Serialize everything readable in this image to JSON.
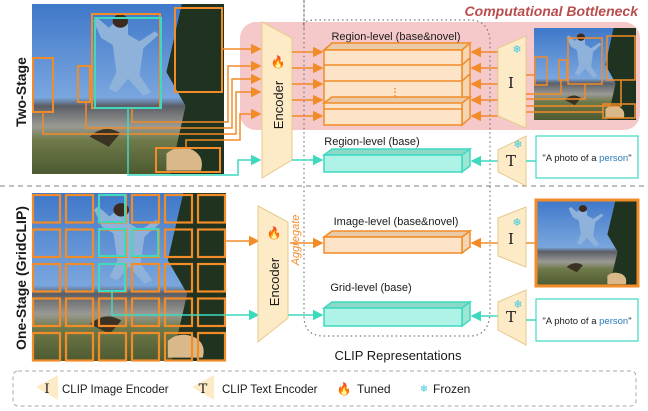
{
  "title": "Computational Bottleneck",
  "colors": {
    "orange": "#f28c28",
    "teal": "#3fd9c0",
    "teal_fill": "#aef3e6",
    "orange_fill": "#fde3c8",
    "encoder_fill": "#fdebc8",
    "bottleneck_bg": "#f5c9c9",
    "title_red": "#b94d4d",
    "person_blue": "#2a7ab8"
  },
  "sections": {
    "two_stage": {
      "label": "Two-Stage",
      "encoder_label": "Encoder",
      "encoder_state": "flame-icon",
      "region_novel_label": "Region-level (base&novel)",
      "region_base_label": "Region-level (base)",
      "image_encoder_letter": "I",
      "text_encoder_letter": "T",
      "prompt_prefix": "\"A photo of a ",
      "prompt_word": "person",
      "prompt_suffix": "\""
    },
    "one_stage": {
      "label": "One-Stage (GridCLIP)",
      "encoder_label": "Encoder",
      "aggregate_label": "Aggregate",
      "image_level_label": "Image-level (base&novel)",
      "grid_level_label": "Grid-level (base)",
      "image_encoder_letter": "I",
      "text_encoder_letter": "T",
      "prompt_prefix": "\"A photo of a ",
      "prompt_word": "person",
      "prompt_suffix": "\""
    }
  },
  "clip_representations_label": "CLIP Representations",
  "legend": {
    "items": [
      {
        "glyph": "I",
        "label": "CLIP Image Encoder"
      },
      {
        "glyph": "T",
        "label": "CLIP Text Encoder"
      },
      {
        "glyph": "🔥",
        "label": "Tuned"
      },
      {
        "glyph": "❄",
        "label": "Frozen"
      }
    ]
  }
}
